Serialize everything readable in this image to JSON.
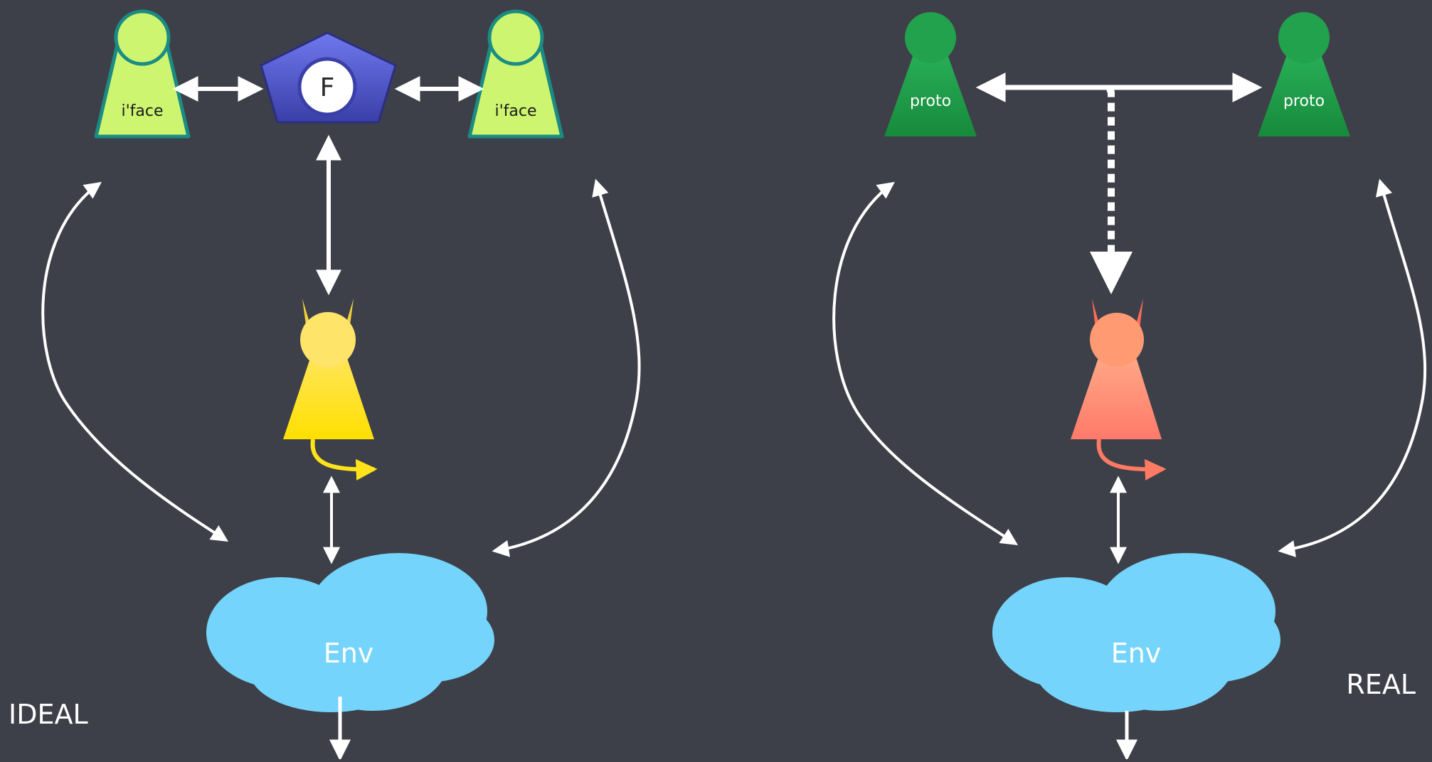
{
  "ideal": {
    "caption": "IDEAL",
    "left_party_label": "i'face",
    "right_party_label": "i'face",
    "functionality_label": "F",
    "environment_label": "Env"
  },
  "real": {
    "caption": "REAL",
    "left_party_label": "proto",
    "right_party_label": "proto",
    "environment_label": "Env"
  },
  "colors": {
    "background": "#3e4049",
    "iface_party": "#cef56f",
    "proto_party": "#1e9e4a",
    "functionality": "#5a63d8",
    "ideal_adversary": "#ffe31a",
    "real_adversary": "#ff8a6e",
    "environment": "#74d4fc",
    "arrow": "#ffffff"
  }
}
